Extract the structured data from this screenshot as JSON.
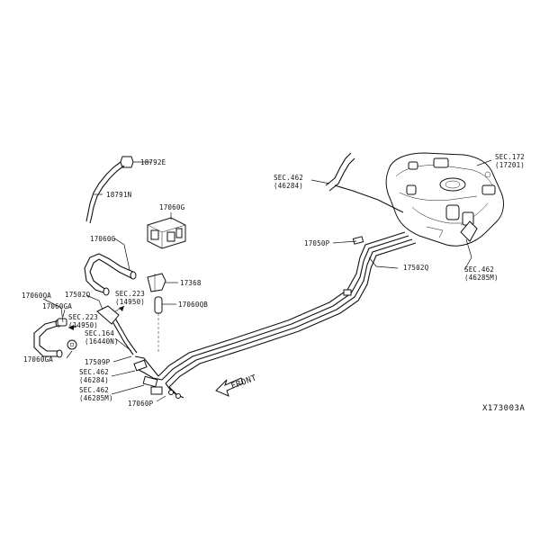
{
  "labels": {
    "p18792E": "18792E",
    "p18791N": "18791N",
    "p17060G_top": "17060G",
    "p17060G_left": "17060G",
    "p17368": "17368",
    "p17060QB": "17060QB",
    "p17060QA": "17060QA",
    "p17060GA_top": "17060GA",
    "p17060GA_bottom": "17060GA",
    "p17502Q_left": "17502Q",
    "p17502Q_right": "17502Q",
    "sec223_a_1": "SEC.223",
    "sec223_a_2": "(14950)",
    "sec223_b_1": "SEC.223",
    "sec223_b_2": "(14950)",
    "sec164_1": "SEC.164",
    "sec164_2": "(16440N)",
    "p17509P": "17509P",
    "sec462_a_1": "SEC.462",
    "sec462_a_2": "(46284)",
    "sec462_b_1": "SEC.462",
    "sec462_b_2": "(46285M)",
    "p17060P_bottom": "17060P",
    "p17050P": "17050P",
    "sec462_c_1": "SEC.462",
    "sec462_c_2": "(46284)",
    "sec462_d_1": "SEC.462",
    "sec462_d_2": "(46285M)",
    "sec172_1": "SEC.172",
    "sec172_2": "(17201)",
    "front": "FRONT",
    "diagram_code": "X173003A"
  }
}
